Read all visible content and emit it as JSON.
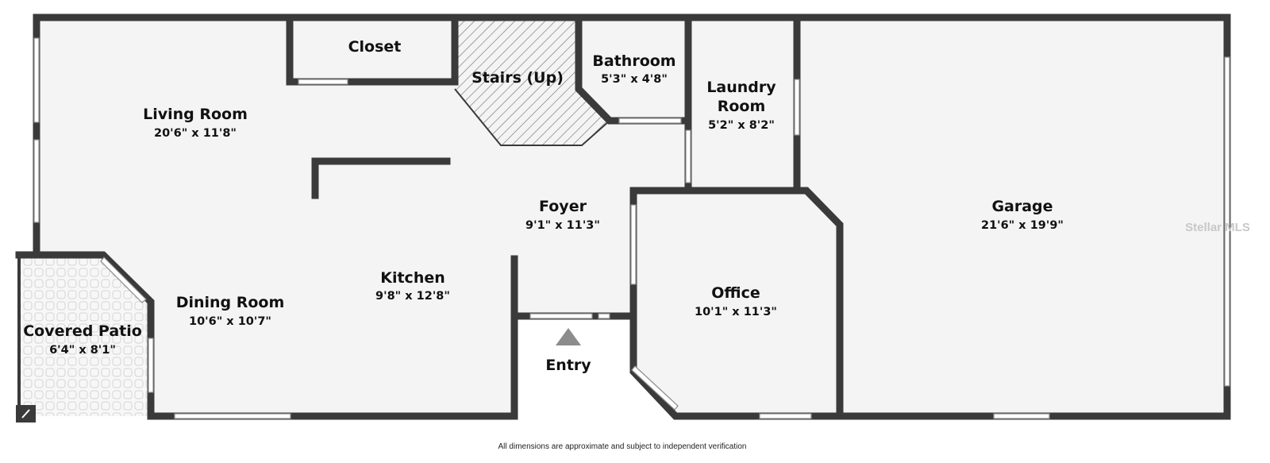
{
  "rooms": {
    "living_room": {
      "name": "Living Room",
      "dims": "20'6\" x 11'8\""
    },
    "closet": {
      "name": "Closet"
    },
    "stairs": {
      "name": "Stairs (Up)"
    },
    "bathroom": {
      "name": "Bathroom",
      "dims": "5'3\" x 4'8\""
    },
    "laundry_room": {
      "name_line1": "Laundry",
      "name_line2": "Room",
      "dims": "5'2\" x 8'2\""
    },
    "garage": {
      "name": "Garage",
      "dims": "21'6\" x 19'9\""
    },
    "foyer": {
      "name": "Foyer",
      "dims": "9'1\" x 11'3\""
    },
    "kitchen": {
      "name": "Kitchen",
      "dims": "9'8\" x 12'8\""
    },
    "dining_room": {
      "name": "Dining Room",
      "dims": "10'6\" x 10'7\""
    },
    "covered_patio": {
      "name": "Covered Patio",
      "dims": "6'4\" x 8'1\""
    },
    "office": {
      "name": "Office",
      "dims": "10'1\" x 11'3\""
    },
    "entry": {
      "name": "Entry"
    }
  },
  "disclaimer": "All dimensions are approximate and subject to independent verification",
  "watermark": "Stellar MLS",
  "colors": {
    "wall": "#3a3a3a",
    "floor": "#f4f4f4",
    "stairs_hatch": "#777777"
  }
}
